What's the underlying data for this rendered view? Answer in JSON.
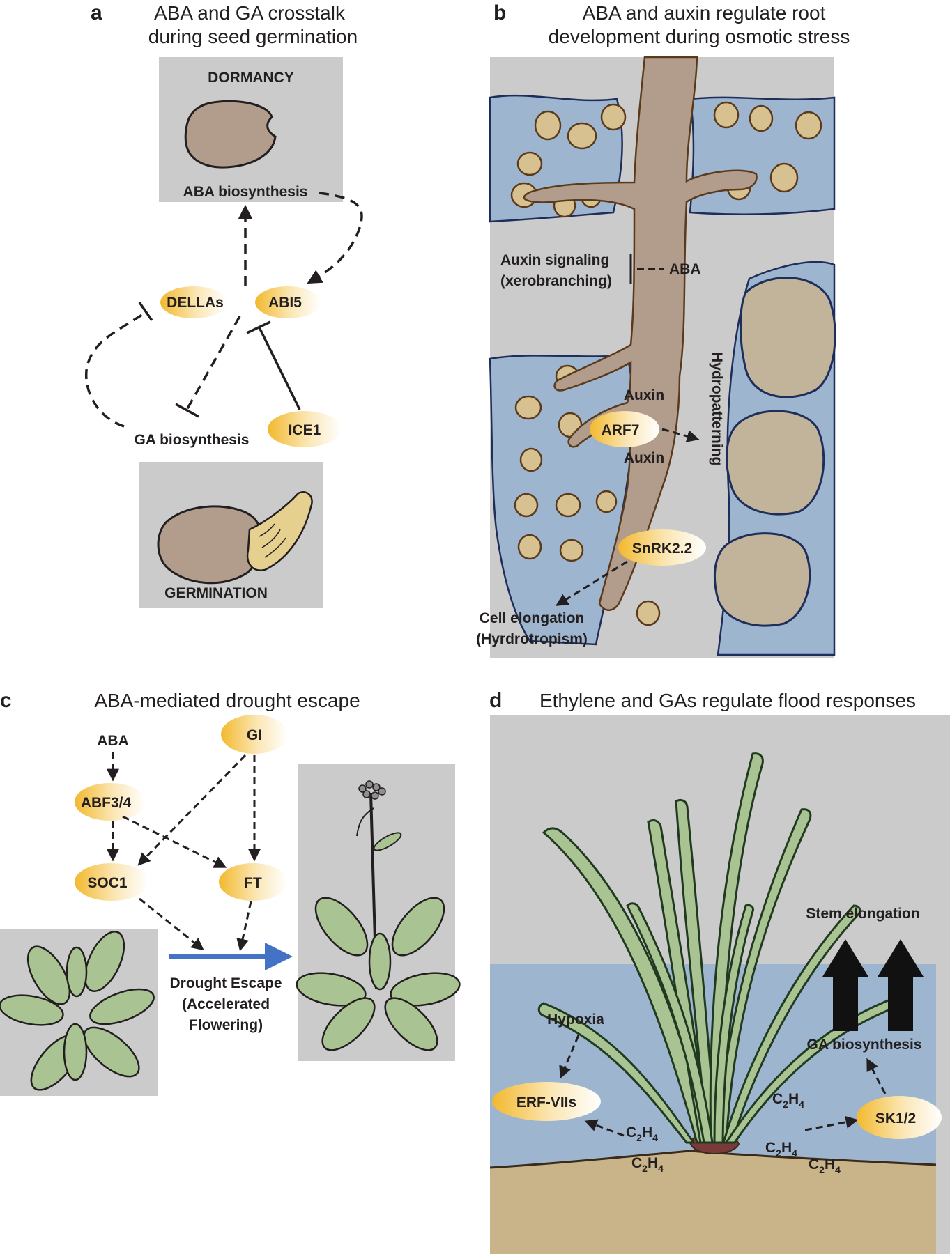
{
  "panels": {
    "a": {
      "letter": "a",
      "title_line1": "ABA and GA crosstalk",
      "title_line2": "during seed germination",
      "dormancy": "DORMANCY",
      "aba_biosynthesis": "ABA biosynthesis",
      "dellas": "DELLAs",
      "abi5": "ABI5",
      "ice1": "ICE1",
      "ga_biosynthesis": "GA biosynthesis",
      "germination": "GERMINATION"
    },
    "b": {
      "letter": "b",
      "title_line1": "ABA and auxin regulate root",
      "title_line2": "development during osmotic stress",
      "auxin_signaling": "Auxin signaling",
      "xerobranching": "(xerobranching)",
      "aba": "ABA",
      "hydropatterning": "Hydropatterning",
      "auxin_top": "Auxin",
      "arf7": "ARF7",
      "auxin_bottom": "Auxin",
      "snrk": "SnRK2.2",
      "cell_elongation": "Cell elongation",
      "hydrotropism": "(Hyrdrotropism)"
    },
    "c": {
      "letter": "c",
      "title": "ABA-mediated drought escape",
      "aba": "ABA",
      "gi": "GI",
      "abf": "ABF3/4",
      "soc1": "SOC1",
      "ft": "FT",
      "drought_escape": "Drought Escape",
      "accelerated": "(Accelerated",
      "flowering": "Flowering)"
    },
    "d": {
      "letter": "d",
      "title": "Ethylene and GAs regulate flood responses",
      "stem_elongation": "Stem elongation",
      "ga_biosynthesis": "GA biosynthesis",
      "hypoxia": "Hypoxia",
      "erf": "ERF-VIIs",
      "sk": "SK1/2",
      "c2h4": "C",
      "c2h4_sub1": "2",
      "c2h4_h": "H",
      "c2h4_sub2": "4"
    }
  },
  "colors": {
    "pill_gold": "#f2b92e",
    "pill_white": "#ffffff",
    "gray_bg": "#cbcbcb",
    "water_blue": "#9db5cf",
    "root_brown": "#b29c8c",
    "soil_particle": "#d8c190",
    "leaf_green": "#a9c393",
    "arrow_blue": "#4472c4",
    "ink": "#231f20"
  }
}
